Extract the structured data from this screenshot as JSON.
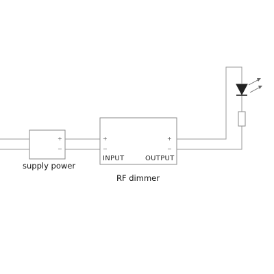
{
  "supply": {
    "label": "supply power",
    "plus": "+",
    "minus": "−"
  },
  "dimmer": {
    "label": "RF dimmer",
    "input_label": "INPUT",
    "output_label": "OUTPUT",
    "input_plus": "+",
    "input_minus": "−",
    "output_plus": "+",
    "output_minus": "−"
  },
  "load": {
    "led_icon": "led-icon",
    "resistor_icon": "resistor-icon"
  },
  "colors": {
    "wire": "#9a9a9a",
    "outline": "#8a8a8a",
    "text": "#111111"
  }
}
